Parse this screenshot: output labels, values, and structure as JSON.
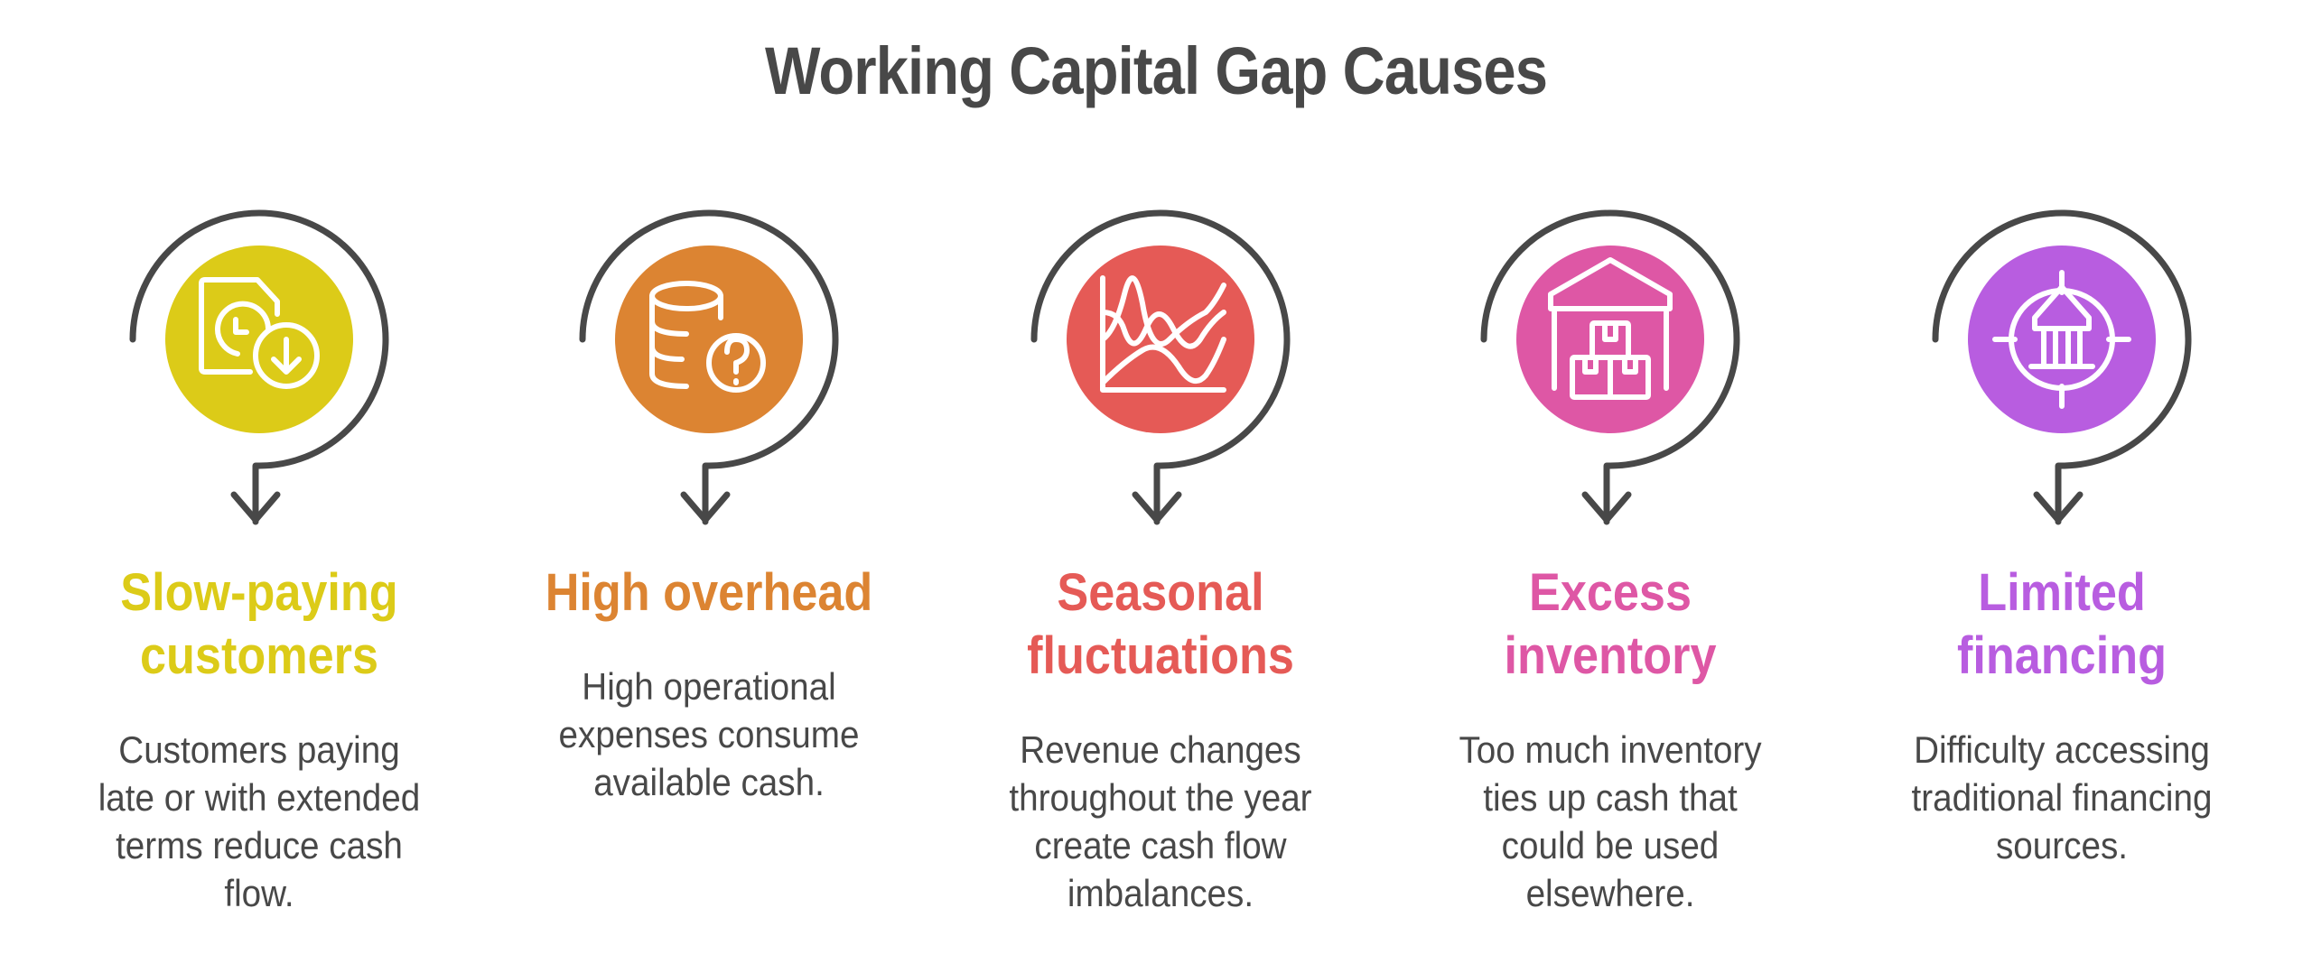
{
  "title": "Working Capital Gap Causes",
  "colors": {
    "text": "#484848",
    "connector": "#484848"
  },
  "causes": [
    {
      "heading_lines": [
        "Slow-paying",
        "customers"
      ],
      "description_lines": [
        "Customers paying",
        "late or with extended",
        "terms reduce cash",
        "flow."
      ],
      "color": "#DCCB18",
      "icon": "clock-document-download-icon"
    },
    {
      "heading_lines": [
        "High overhead"
      ],
      "description_lines": [
        "High operational",
        "expenses consume",
        "available cash."
      ],
      "color": "#DC8432",
      "icon": "coins-question-icon"
    },
    {
      "heading_lines": [
        "Seasonal",
        "fluctuations"
      ],
      "description_lines": [
        "Revenue changes",
        "throughout the year",
        "create cash flow",
        "imbalances."
      ],
      "color": "#E55A56",
      "icon": "wave-chart-icon"
    },
    {
      "heading_lines": [
        "Excess",
        "inventory"
      ],
      "description_lines": [
        "Too much inventory",
        "ties up cash that",
        "could be used",
        "elsewhere."
      ],
      "color": "#DE57A5",
      "icon": "warehouse-boxes-icon"
    },
    {
      "heading_lines": [
        "Limited",
        "financing"
      ],
      "description_lines": [
        "Difficulty accessing",
        "traditional financing",
        "sources."
      ],
      "color": "#B85DE0",
      "icon": "bank-target-icon"
    }
  ]
}
